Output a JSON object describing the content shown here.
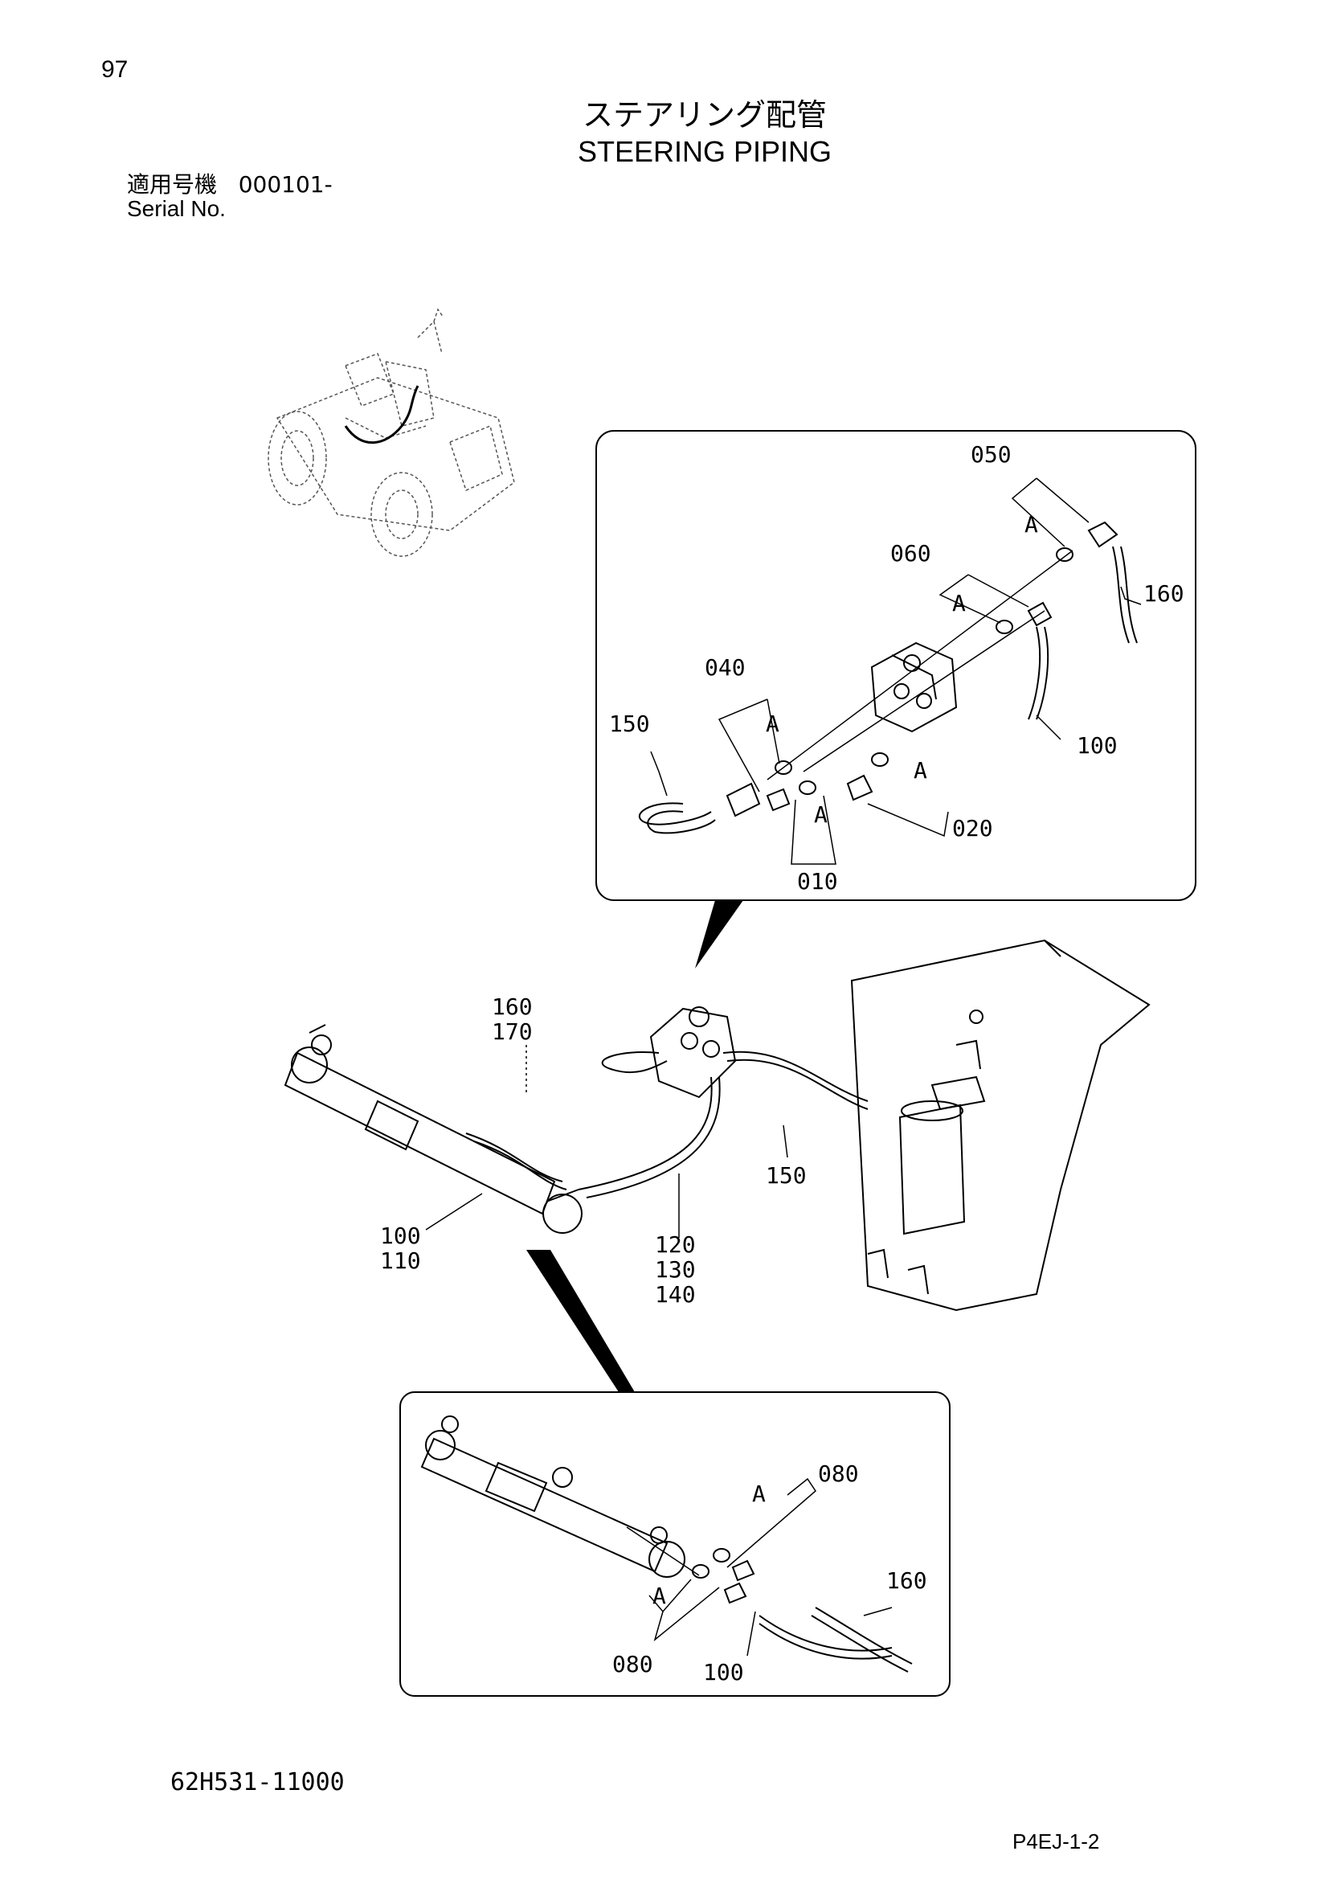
{
  "header": {
    "page_number": "97",
    "title_jp": "ステアリング配管",
    "title_en": "STEERING PIPING",
    "serial_label_jp": "適用号機",
    "serial_value": "000101-",
    "serial_label_en": "Serial No."
  },
  "callouts": {
    "top_050": "050",
    "top_A1": "A",
    "top_060": "060",
    "top_A2": "A",
    "top_160": "160",
    "top_040": "040",
    "top_150": "150",
    "top_A3": "A",
    "top_100": "100",
    "top_A4": "A",
    "top_A5": "A",
    "top_020": "020",
    "top_010": "010",
    "main_160": "160",
    "main_170": "170",
    "main_150": "150",
    "main_100": "100",
    "main_110": "110",
    "main_120": "120",
    "main_130": "130",
    "main_140": "140",
    "bot_A1": "A",
    "bot_080a": "080",
    "bot_160": "160",
    "bot_A2": "A",
    "bot_080b": "080",
    "bot_100": "100"
  },
  "footer": {
    "drawing_number": "62H531-11000",
    "page_code": "P4EJ-1-2"
  }
}
